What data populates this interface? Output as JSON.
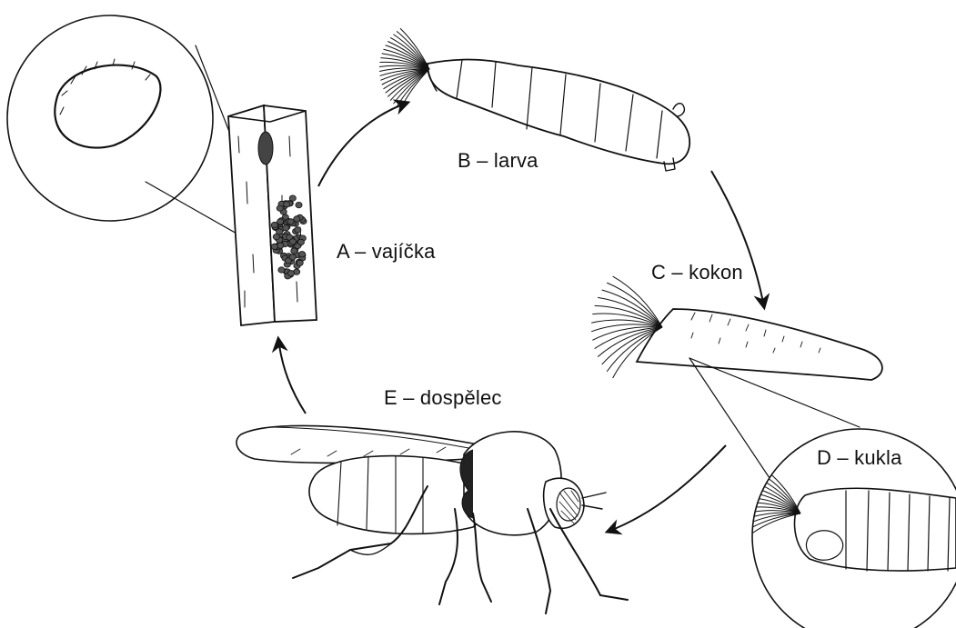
{
  "title": "",
  "stages": {
    "a": {
      "label": "A – vajíčka"
    },
    "b": {
      "label": "B – larva"
    },
    "c": {
      "label": "C – kokon"
    },
    "d": {
      "label": "D – kukla"
    },
    "e": {
      "label": "E – dospělec"
    }
  },
  "colors": {
    "ink": "#111111",
    "background": "#ffffff"
  }
}
